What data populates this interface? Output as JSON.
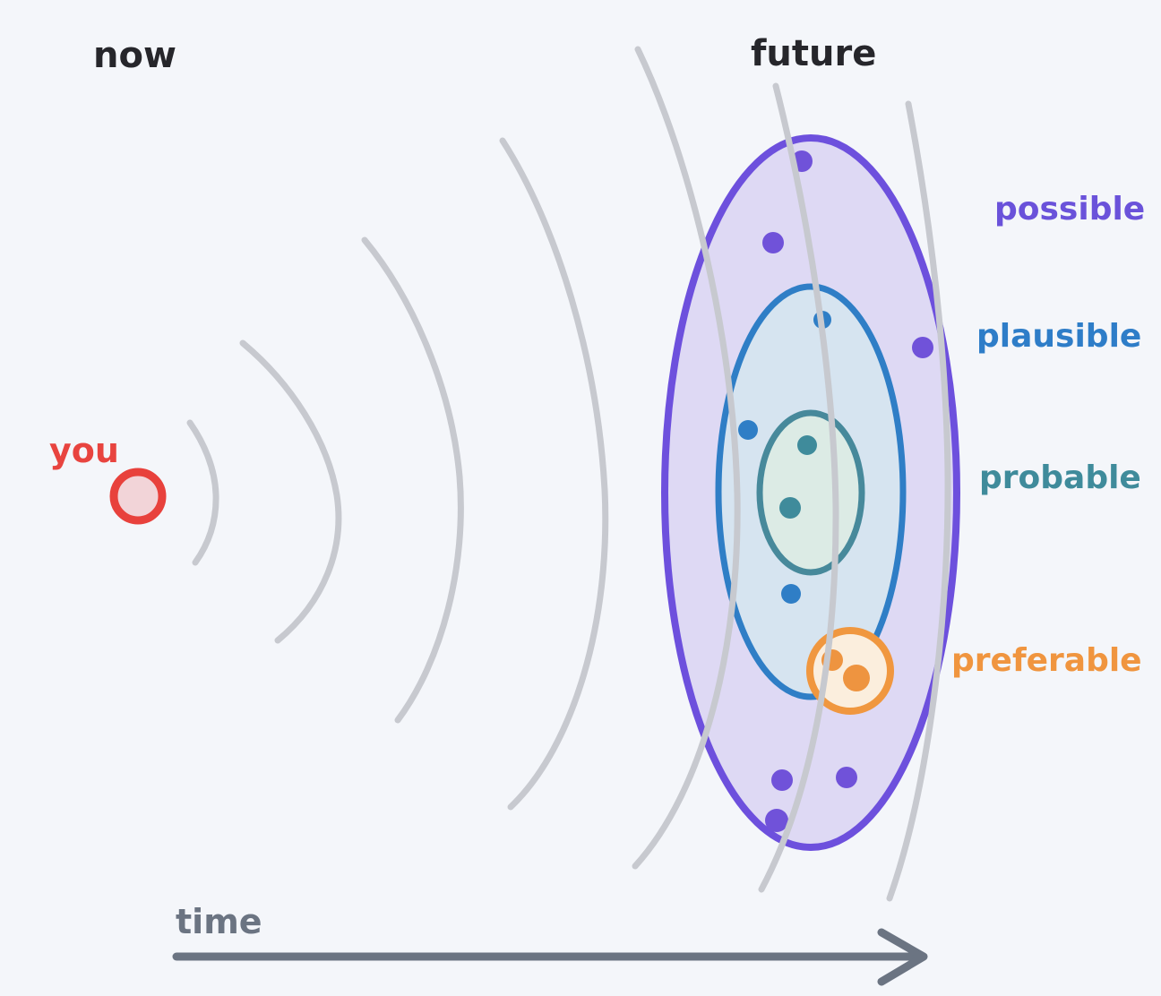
{
  "diagram": {
    "type": "futures-cone",
    "timeline": {
      "start": "now",
      "end": "future",
      "axis": "time"
    },
    "origin": {
      "label": "you"
    },
    "rings": [
      {
        "label": "possible",
        "dot_count": 6
      },
      {
        "label": "plausible",
        "dot_count": 3
      },
      {
        "label": "probable",
        "dot_count": 2
      },
      {
        "label": "preferable",
        "dot_count": 2
      }
    ],
    "wave_count": 7
  },
  "colors": {
    "background": "#f4f6fa",
    "wave": "#c7c9cf",
    "heading_text": "#26262b",
    "you_stroke": "#e8413c",
    "you_fill": "#f2d4d8",
    "possible_stroke": "#6d50dd",
    "possible_fill": "#ded9f4",
    "possible_dot": "#7052d9",
    "plausible_stroke": "#2f7ec6",
    "plausible_fill": "#d6e4f0",
    "plausible_dot": "#2f7ec6",
    "probable_stroke": "#47899b",
    "probable_fill": "#dcebe5",
    "probable_dot": "#3f8b9b",
    "preferable_stroke": "#f0973f",
    "preferable_fill": "#fbeedd",
    "preferable_dot": "#ee9440",
    "time_axis": "#6b7482"
  }
}
